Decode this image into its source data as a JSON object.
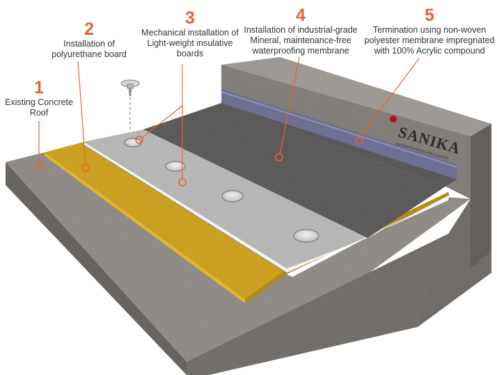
{
  "colors": {
    "accent": "#e8632b",
    "concrete": "#8e8a86",
    "polyurethane": "#c9a021",
    "insulation_board": "#b4b4b4",
    "membrane": "#2a2625",
    "termination_strip": "#6d6f93",
    "logo_red": "#b5121b"
  },
  "labels": [
    {
      "number": "1",
      "lines": [
        "Existing Concrete",
        "Roof"
      ]
    },
    {
      "number": "2",
      "lines": [
        "Installation of",
        "polyurethane board"
      ]
    },
    {
      "number": "3",
      "lines": [
        "Mechanical installation of",
        "Light-weight insulative",
        "boards"
      ]
    },
    {
      "number": "4",
      "lines": [
        "Installation of industrial-grade",
        "Mineral, maintenance-free",
        "waterproofing membrane"
      ]
    },
    {
      "number": "5",
      "lines": [
        "Termination using non-woven",
        "polyester membrane impregnated",
        "with 100% Acrylic compound"
      ]
    }
  ],
  "logo": {
    "name": "SANIKA",
    "tagline": "WATERPROOFING SPECIALISTS"
  },
  "icons": [
    "screw-fastener-icon",
    "logo-dot-icon"
  ]
}
